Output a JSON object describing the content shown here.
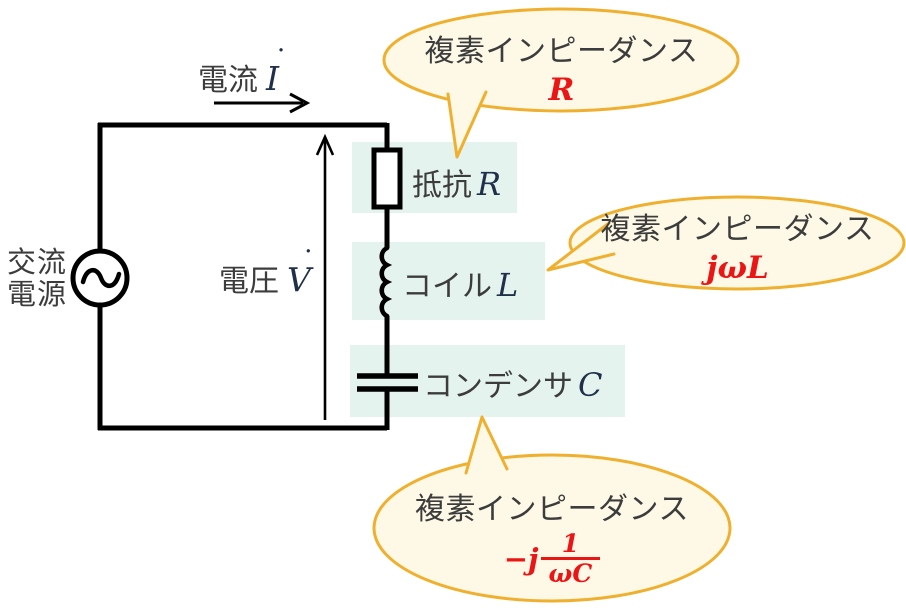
{
  "diagram_title": "RLC series circuit with complex impedances",
  "colors": {
    "bubble_border_gold": "#f0b02f",
    "bubble_fill_cream": "#fdf9e6",
    "highlight_mint": "#e4f3ed",
    "formula_red": "#ec1515",
    "text_dark": "#3c3c3c",
    "math_navy": "#20304a",
    "circuit_black": "#000000"
  },
  "source": {
    "line1": "交流",
    "line2": "電源"
  },
  "current": {
    "label": "電流",
    "symbol": "I",
    "dot": "˙"
  },
  "voltage": {
    "label": "電圧",
    "symbol": "V",
    "dot": "˙"
  },
  "components": {
    "resistor": {
      "label": "抵抗",
      "symbol": "R"
    },
    "coil": {
      "label": "コイル",
      "symbol": "L"
    },
    "capacitor": {
      "label": "コンデンサ",
      "symbol": "C"
    }
  },
  "bubbles": {
    "resistor": {
      "title": "複素インピーダンス",
      "formula": "R"
    },
    "coil": {
      "title": "複素インピーダンス",
      "formula": "jωL"
    },
    "capacitor": {
      "title": "複素インピーダンス",
      "prefix": "−j",
      "numerator": "1",
      "denominator": "ωC"
    }
  }
}
